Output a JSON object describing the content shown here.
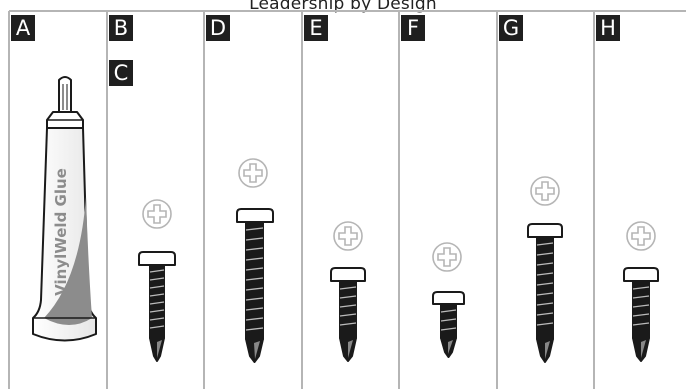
{
  "header": {
    "title": "Leadership by Design"
  },
  "colors": {
    "badge": "#1f1f1f",
    "grid_line": "#b5b5b5",
    "screw_thread": "#1a1a1a",
    "tube_shade": "#8c8c8c"
  },
  "panels": [
    {
      "letter": "A",
      "item": "glue-tube",
      "tube_label": "VinylWeld Glue"
    },
    {
      "letter": "B",
      "letter2": "C",
      "item": "screw"
    },
    {
      "letter": "D",
      "item": "screw"
    },
    {
      "letter": "E",
      "item": "screw"
    },
    {
      "letter": "F",
      "item": "screw"
    },
    {
      "letter": "G",
      "item": "screw"
    },
    {
      "letter": "H",
      "item": "screw"
    }
  ],
  "icons": {
    "head_marker": "phillips-head-icon",
    "tube": "glue-tube-icon",
    "screw": "screw-icon"
  }
}
